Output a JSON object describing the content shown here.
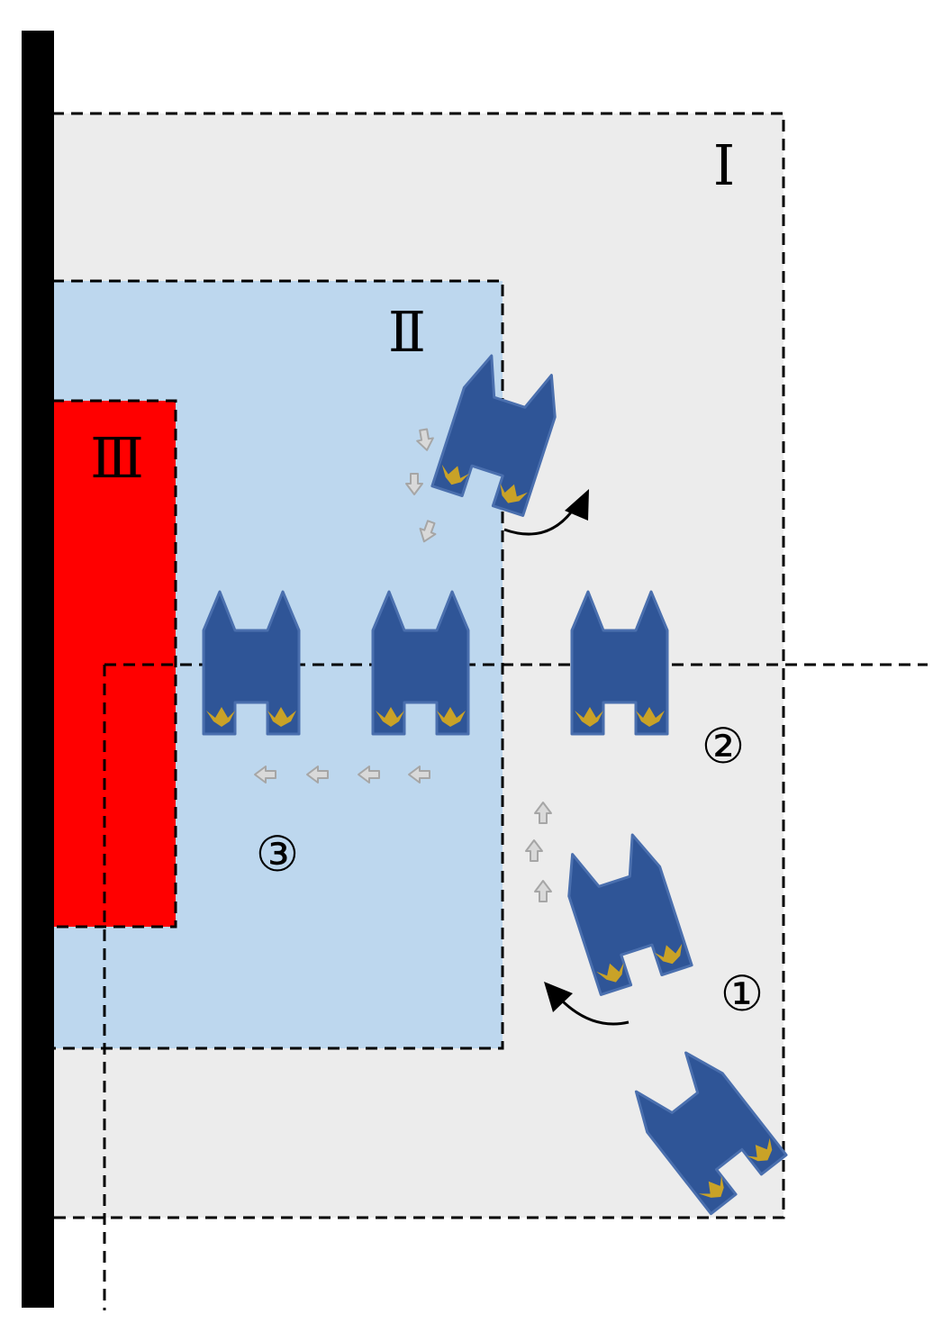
{
  "zones": [
    {
      "id": "zone-1",
      "label": "Ⅰ",
      "fill": "#ececec"
    },
    {
      "id": "zone-2",
      "label": "Ⅱ",
      "fill": "#bdd7ee"
    },
    {
      "id": "zone-3",
      "label": "Ⅲ",
      "fill": "#ff0000"
    }
  ],
  "steps": [
    {
      "id": "step-1",
      "label": "①"
    },
    {
      "id": "step-2",
      "label": "②"
    },
    {
      "id": "step-3",
      "label": "③"
    }
  ],
  "colors": {
    "wall": "#000000",
    "robot_body": "#2f5597",
    "robot_outline": "#4a6fae",
    "robot_joint": "#c9a227",
    "motion_arrow": "#b0b0b0",
    "rotation_arrow": "#000000",
    "dashed_line": "#000000"
  },
  "icons": {
    "robot": "quadruped-robot-icon",
    "motion": "hollow-arrow-icon",
    "rotation": "curved-rotation-arrow-icon"
  }
}
